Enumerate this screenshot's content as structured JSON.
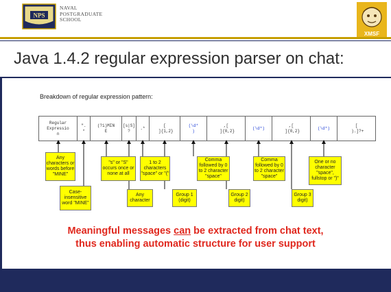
{
  "header": {
    "school_line1": "NAVAL",
    "school_line2": "POSTGRADUATE",
    "school_line3": "SCHOOL",
    "logo_text": "NPS",
    "mascot_caption": "XMSF"
  },
  "title": "Java 1.4.2 regular expression parser on chat:",
  "subtitle": "Breakdown of regular expression pattern:",
  "pattern_cells": [
    {
      "text": "Regular\nExpressio\nn",
      "color": "#333333"
    },
    {
      "text": "\".\n*",
      "color": "#333333"
    },
    {
      "text": "(?i)MIN\nE",
      "color": "#333333"
    },
    {
      "text": "[s|S]\n?",
      "color": "#333333"
    },
    {
      "text": ".*",
      "color": "#333333"
    },
    {
      "text": "[\n ]{1,2}",
      "color": "#333333"
    },
    {
      "text": "(\\d*\n)",
      "color": "#1f3fd6"
    },
    {
      "text": ",[\n ]{0,2}",
      "color": "#333333"
    },
    {
      "text": "(\\d*)",
      "color": "#1f3fd6"
    },
    {
      "text": ",[\n ]{0,2}",
      "color": "#333333"
    },
    {
      "text": "(\\d*)",
      "color": "#1f3fd6"
    },
    {
      "text": "[\n ).]?+",
      "color": "#333333"
    }
  ],
  "annotations": [
    "Any characters or words before \"MINE\"",
    "Case-insensitive word \"MINE\"",
    "\"s\" or \"S\" occurs once or none at all",
    "Any character",
    "1 to 2 characters \"space\" or \"(\"",
    "Group 1 (digit)",
    "Comma followed by 0 to 2 character \"space\"",
    "Group 2 digit)",
    "Comma followed by 0 to 2 character \"space\"",
    "Group 3 digit)",
    "One or no character \"space\", fullstop or \")\""
  ],
  "message": {
    "part1": "Meaningful messages ",
    "underlined": "can",
    "part2": " be extracted from chat text,",
    "line2": "thus enabling automatic structure for user support"
  },
  "colors": {
    "navy": "#1f2a5c",
    "gold": "#c8a000",
    "note_yellow": "#ffff00",
    "message_red": "#e0281e",
    "regex_blue": "#1f3fd6"
  }
}
